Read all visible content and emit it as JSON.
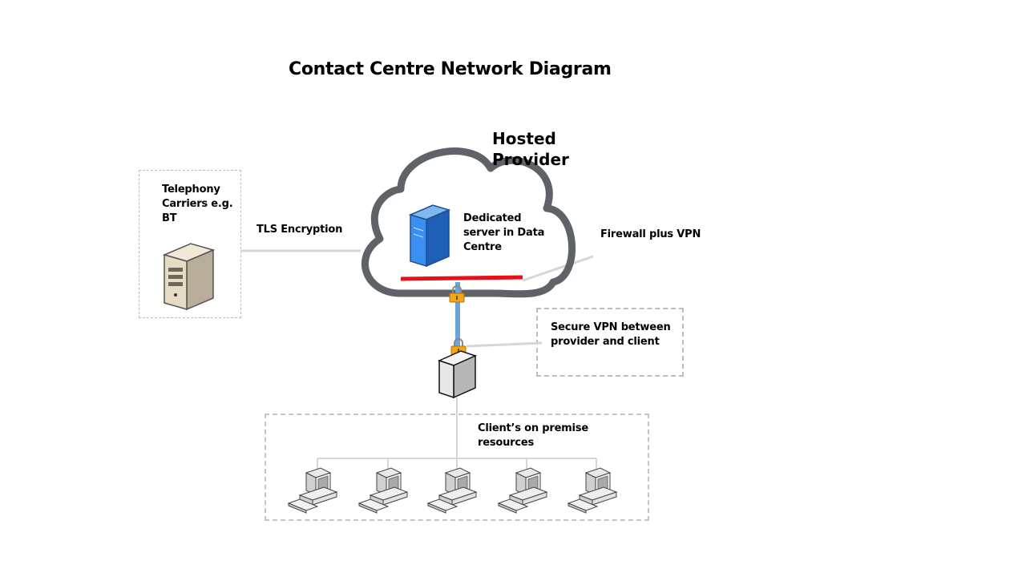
{
  "title": "Contact Centre Network Diagram",
  "nodes": {
    "hosted_provider": "Hosted Provider",
    "telephony_carriers": "Telephony Carriers e.g. BT",
    "dedicated_server": "Dedicated server in Data Centre",
    "firewall": "Firewall plus VPN",
    "secure_vpn": "Secure VPN between provider and client",
    "client_resources": "Client’s on premise resources"
  },
  "edges": {
    "tls": "TLS Encryption"
  },
  "colors": {
    "cloud_outline": "#5f6368",
    "firewall": "#e5101a",
    "vpn_link": "#6aa6d8",
    "lock": "#f2a71b",
    "server_blue": "#2f7fe0",
    "connector": "#d6d6d6"
  },
  "icons": {
    "server": "server-tower-icon",
    "lock": "padlock-icon",
    "router": "router-box-icon",
    "workstation": "desktop-computer-icon",
    "dedicated": "blue-server-icon"
  },
  "workstation_count": 5
}
